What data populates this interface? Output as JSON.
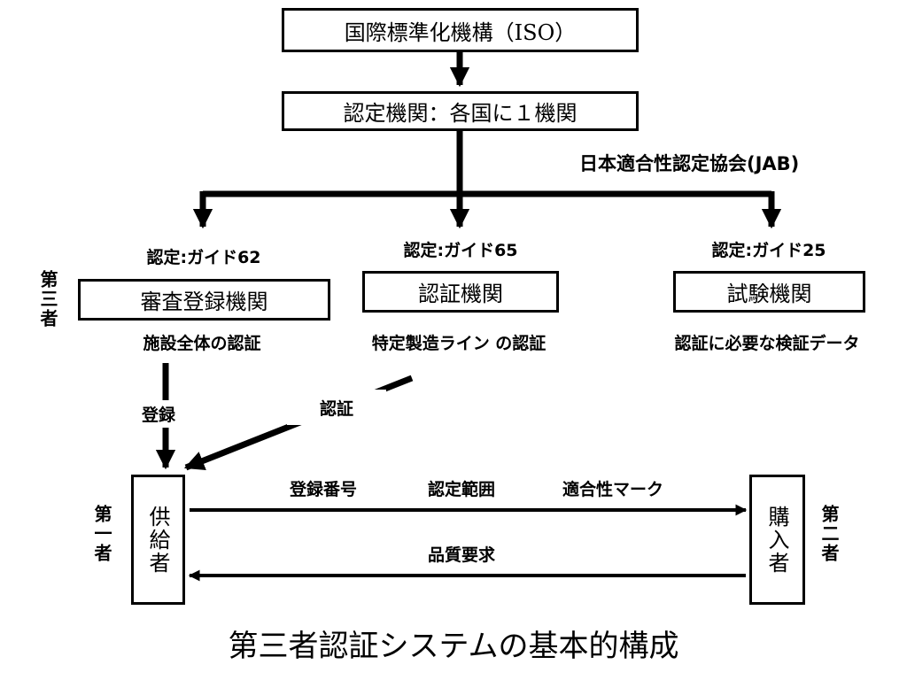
{
  "iso_box": "国際標準化機構（ISO）",
  "accreditation_box": "認定機関：各国に１機関",
  "jab_label": "日本適合性認定協会(JAB)",
  "branches": [
    {
      "guide": "認定:ガイド62",
      "body": "審査登録機関",
      "scope": "施設全体の認証"
    },
    {
      "guide": "認定:ガイド65",
      "body": "認証機関",
      "scope": "特定製造ライン の認証"
    },
    {
      "guide": "認定:ガイド25",
      "body": "試験機関",
      "scope": "認証に必要な検証データ"
    }
  ],
  "third_party": "第三者",
  "registration_label": "登録",
  "certification_label": "認証",
  "supplier": "供給者",
  "first_party": "第一者",
  "buyer": "購入者",
  "second_party": "第二者",
  "flow_labels": [
    "登録番号",
    "認定範囲",
    "適合性マーク"
  ],
  "quality_label": "品質要求",
  "caption": "第三者認証システムの基本的構成"
}
